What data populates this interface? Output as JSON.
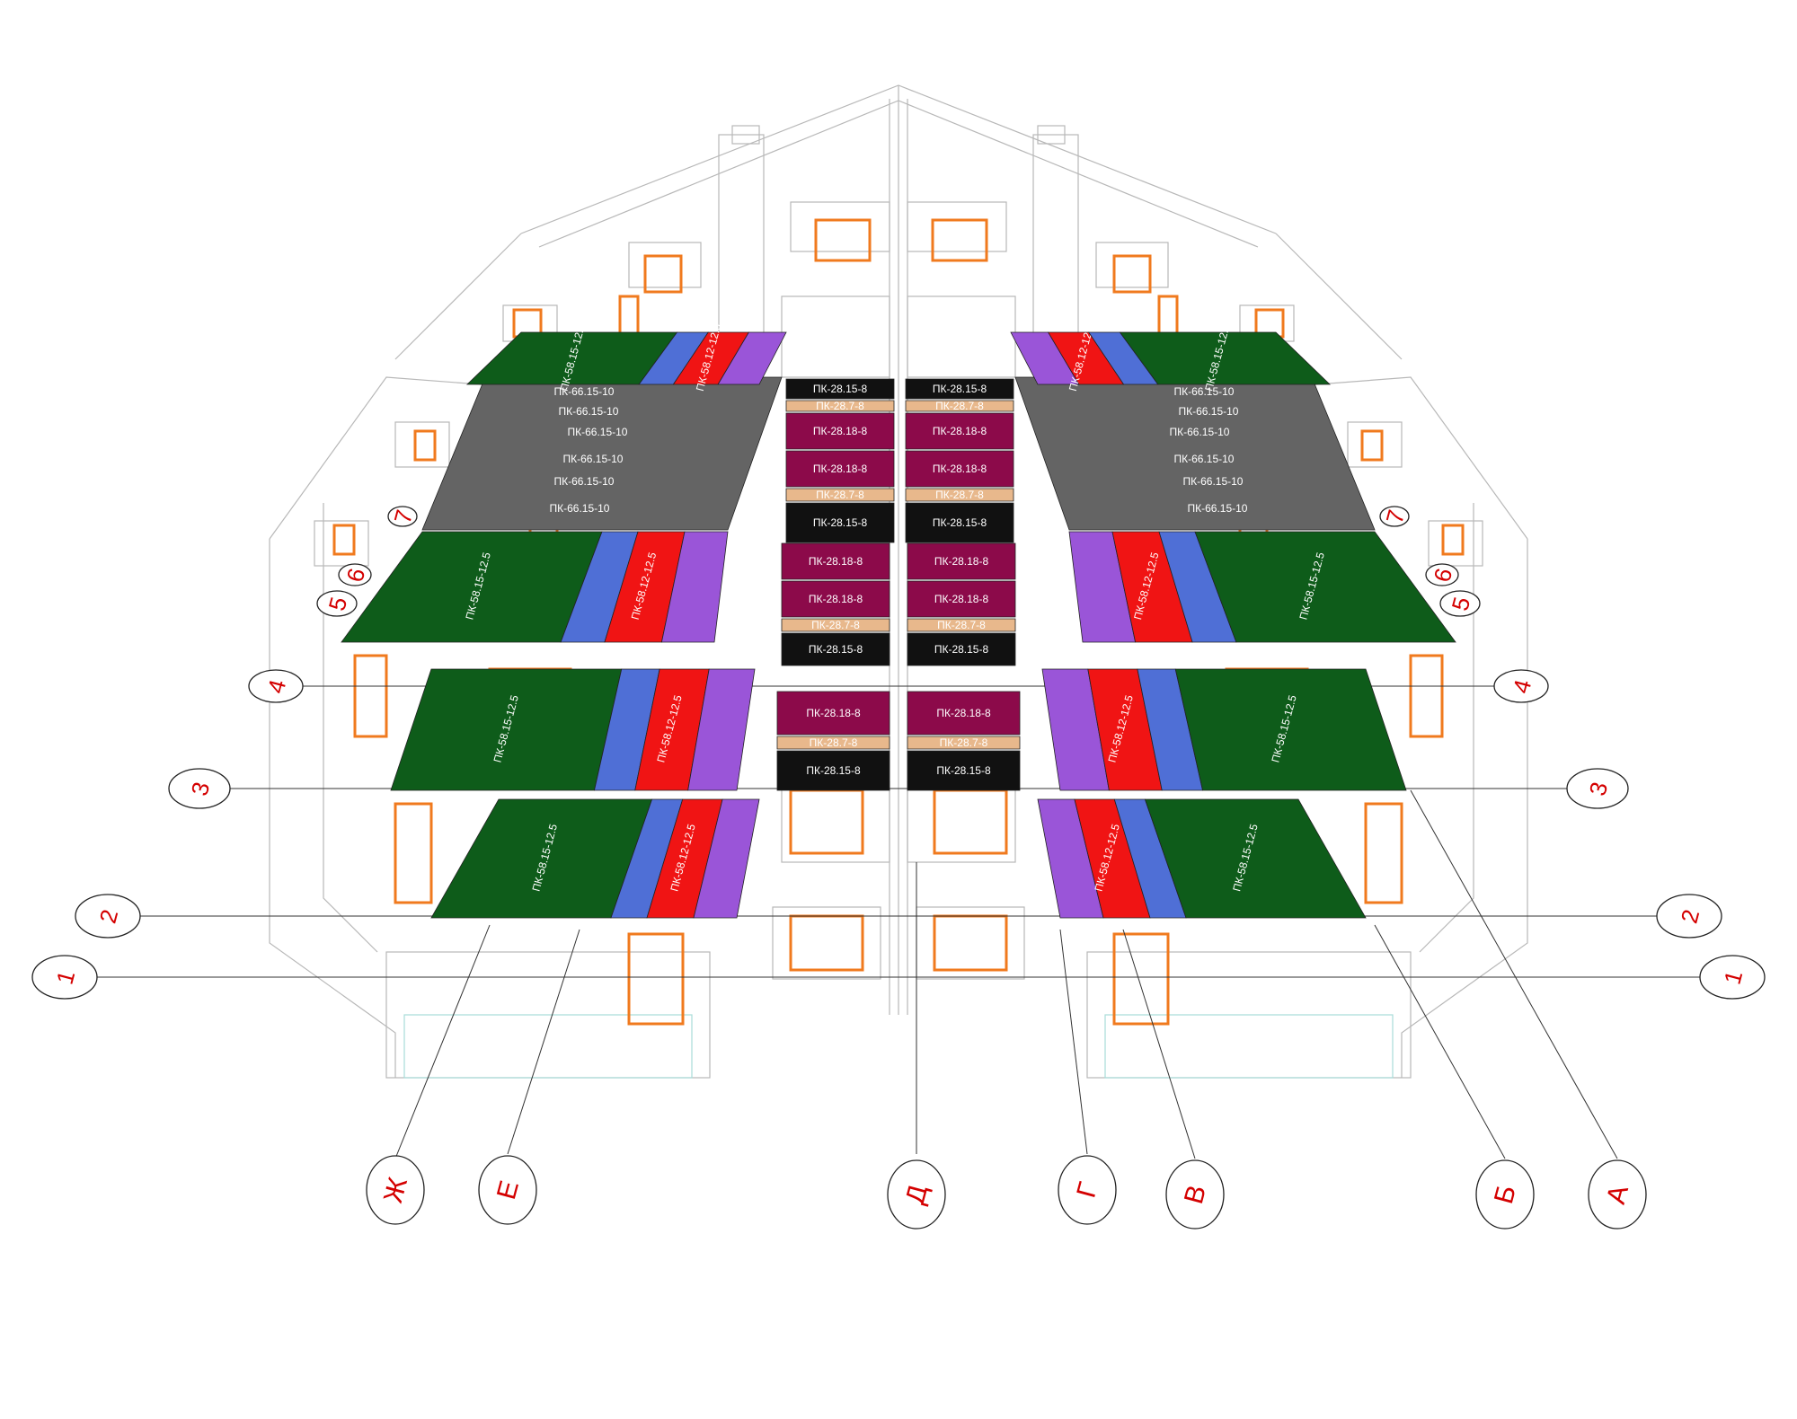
{
  "colors": {
    "dark_green": "#0e5c1a",
    "blue": "#4f6fd6",
    "red": "#f01414",
    "purple": "#9a55d8",
    "gray": "#646464",
    "black": "#111111",
    "maroon": "#8c0a4a",
    "beige": "#e8b88c",
    "orange": "#f07a1e",
    "axis_red": "#d40000",
    "wire": "#b8b8b8"
  },
  "grid_axes": {
    "letters": [
      "Ж",
      "Е",
      "Д",
      "Г",
      "В",
      "Б",
      "А"
    ],
    "numbers_left": [
      "1",
      "2",
      "3",
      "4",
      "5",
      "6",
      "7"
    ],
    "numbers_right": [
      "1",
      "2",
      "3",
      "4",
      "5",
      "6",
      "7"
    ]
  },
  "slab_labels": {
    "central_black": "ПК-28.15-8",
    "central_maroon": "ПК-28.18-8",
    "central_beige": "ПК-28.7-8",
    "gray": "ПК-66.15-10",
    "green": "ПК-58.15-12.5",
    "colored": "ПК-58.12-12.5"
  }
}
